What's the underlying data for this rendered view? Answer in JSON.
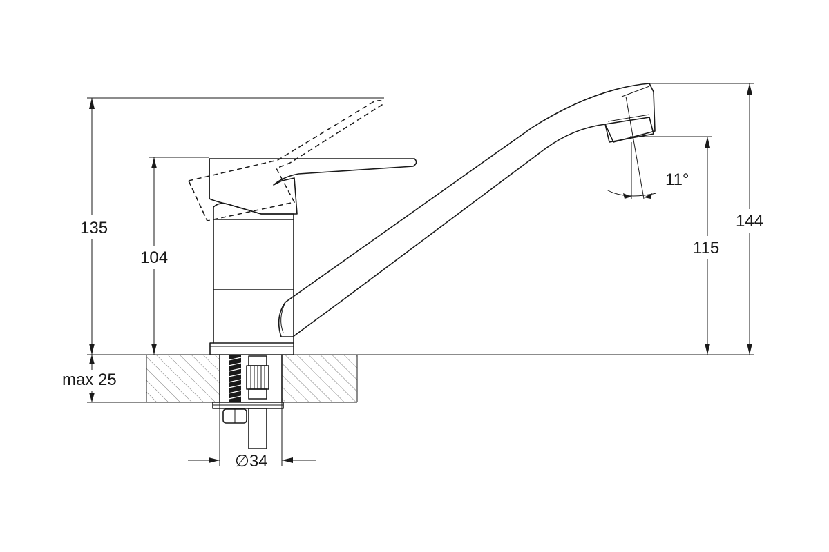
{
  "dimensions": {
    "overall_lever_height": "135",
    "body_height": "104",
    "spout_outlet_height": "115",
    "spout_top_height": "144",
    "max_deck_thickness": "max 25",
    "spout_angle": "11°",
    "mounting_diameter": "∅34"
  }
}
